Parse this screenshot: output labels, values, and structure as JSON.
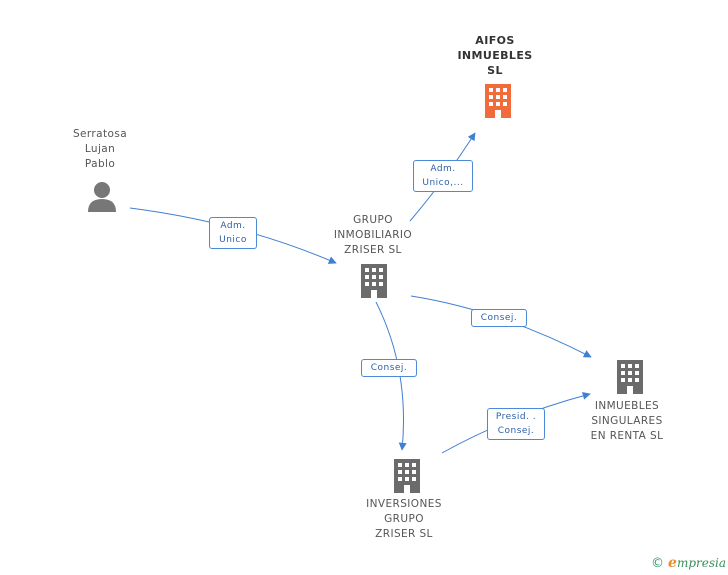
{
  "nodes": {
    "aifos": {
      "lines": [
        "AIFOS",
        "INMUEBLES",
        "SL"
      ]
    },
    "serratosa": {
      "lines": [
        "Serratosa",
        "Lujan",
        "Pablo"
      ]
    },
    "zriser": {
      "lines": [
        "GRUPO",
        "INMOBILIARIO",
        "ZRISER SL"
      ]
    },
    "singulares": {
      "lines": [
        "INMUEBLES",
        "SINGULARES",
        "EN RENTA  SL"
      ]
    },
    "inversiones": {
      "lines": [
        "INVERSIONES",
        "GRUPO",
        "ZRISER  SL"
      ]
    }
  },
  "edges": {
    "serratosa_zriser": {
      "lines": [
        "Adm.",
        "Unico"
      ]
    },
    "zriser_aifos": {
      "lines": [
        "Adm.",
        "Unico,..."
      ]
    },
    "zriser_singulares": {
      "lines": [
        "Consej."
      ]
    },
    "zriser_inversiones": {
      "lines": [
        "Consej."
      ]
    },
    "inversiones_singulares": {
      "lines": [
        "Presid. .",
        "Consej."
      ]
    }
  },
  "colors": {
    "highlight": "#f26b3a",
    "building": "#6b6b6b",
    "person": "#777777",
    "edge": "#3f7fd4"
  },
  "footer": {
    "copyright": "©",
    "brand_initial": "e",
    "brand_rest": "mpresia"
  }
}
